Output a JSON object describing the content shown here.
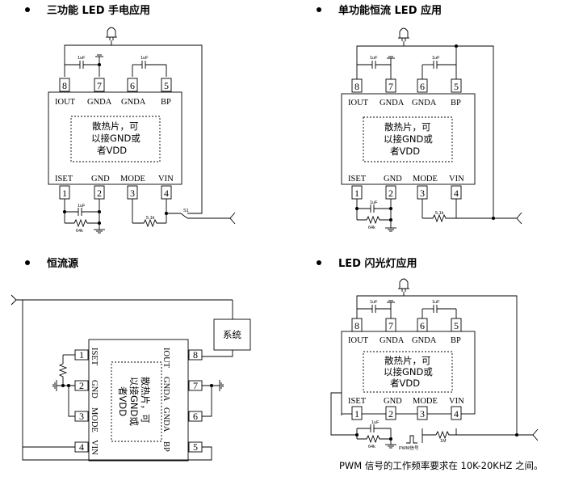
{
  "titles": {
    "tl": "三功能 LED 手电应用",
    "tr": "单功能恒流 LED 应用",
    "bl": "恒流源",
    "br": "LED 闪光灯应用"
  },
  "chip": {
    "top_pins": [
      {
        "num": "8",
        "label": "IOUT"
      },
      {
        "num": "7",
        "label": "GNDA"
      },
      {
        "num": "6",
        "label": "GNDA"
      },
      {
        "num": "5",
        "label": "BP"
      }
    ],
    "bottom_pins": [
      {
        "num": "1",
        "label": "ISET"
      },
      {
        "num": "2",
        "label": "GND"
      },
      {
        "num": "3",
        "label": "MODE"
      },
      {
        "num": "4",
        "label": "VIN"
      }
    ],
    "core_text": [
      "散热片，可",
      "以接GND或",
      "者VDD"
    ]
  },
  "components": {
    "cap_1uf": "1uF",
    "res_64k": "64k",
    "res_51k": "5.1k",
    "res_1m": "1M",
    "switch": "S1",
    "pwm": "PWM信号",
    "system": "系统"
  },
  "note": "PWM 信号的工作频率要求在 10K-20KHZ 之间。"
}
